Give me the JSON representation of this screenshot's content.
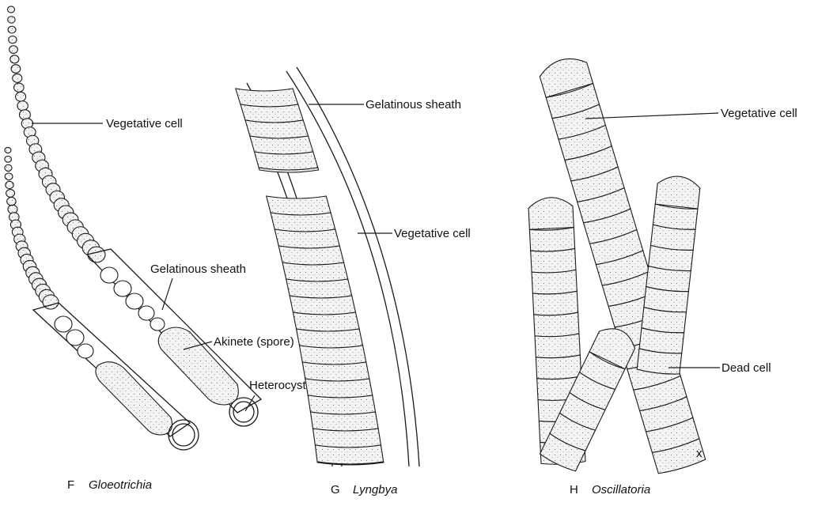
{
  "panels": {
    "gloeotrichia": {
      "letter": "F",
      "name": "Gloeotrichia",
      "labels": {
        "vegetative_cell": "Vegetative cell",
        "gelatinous_sheath": "Gelatinous sheath",
        "akinete": "Akinete (spore)",
        "heterocyst": "Heterocyst"
      }
    },
    "lyngbya": {
      "letter": "G",
      "name": "Lyngbya",
      "labels": {
        "gelatinous_sheath": "Gelatinous sheath",
        "vegetative_cell": "Vegetative cell"
      }
    },
    "oscillatoria": {
      "letter": "H",
      "name": "Oscillatoria",
      "labels": {
        "vegetative_cell": "Vegetative cell",
        "dead_cell": "Dead cell"
      },
      "mark": "x"
    }
  },
  "colors": {
    "ink": "#1a1a1a",
    "cell_fill": "#e9e9e9",
    "background": "#ffffff"
  }
}
